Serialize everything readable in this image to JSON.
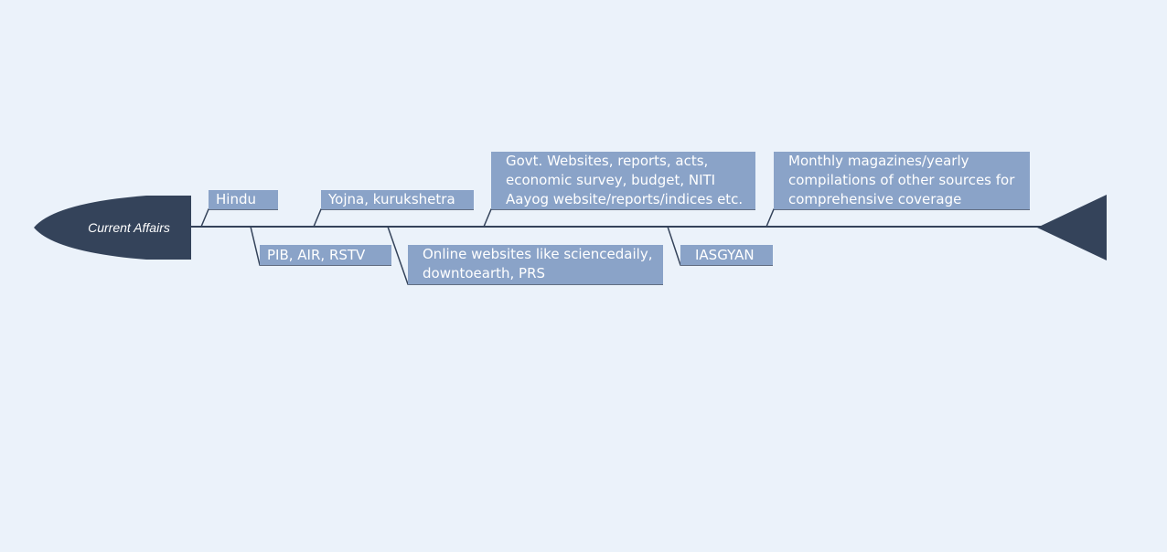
{
  "head": {
    "label": "Current Affairs"
  },
  "topics": [
    {
      "id": "hindu",
      "lines": [
        "Hindu"
      ]
    },
    {
      "id": "pib",
      "lines": [
        "PIB, AIR, RSTV"
      ]
    },
    {
      "id": "yojna",
      "lines": [
        "Yojna, kurukshetra"
      ]
    },
    {
      "id": "online",
      "lines": [
        "Online websites like sciencedaily,",
        "downtoearth, PRS"
      ]
    },
    {
      "id": "govt",
      "lines": [
        "Govt. Websites, reports, acts,",
        "economic survey, budget, NITI",
        "Aayog website/reports/indices etc."
      ]
    },
    {
      "id": "iasgyan",
      "lines": [
        "IASGYAN"
      ]
    },
    {
      "id": "monthly",
      "lines": [
        "Monthly magazines/yearly",
        "compilations of other sources for",
        "comprehensive coverage"
      ]
    }
  ],
  "colors": {
    "background": "#ebf2fa",
    "head_fill": "#34435a",
    "spine": "#34435a",
    "topic_fill": "#8aa3c8",
    "topic_text": "#ffffff"
  }
}
